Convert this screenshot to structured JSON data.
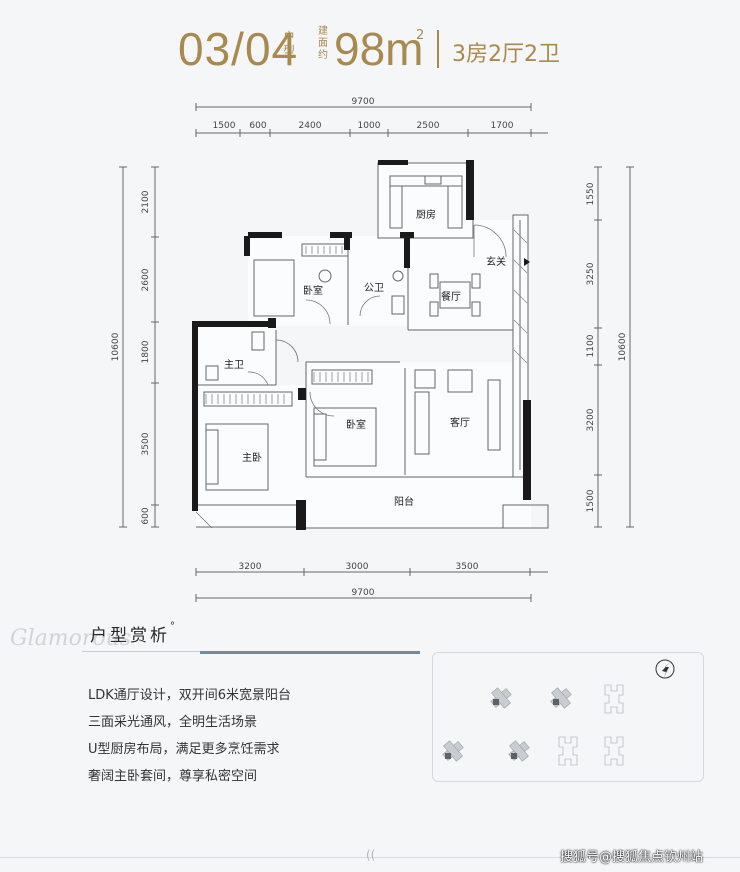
{
  "header": {
    "unit_no": "03/04",
    "unit_type_label": "户型",
    "area_label": "建面约",
    "area_value": "98m",
    "area_sup": "2",
    "layout": "3房2厅2卫"
  },
  "dimensions": {
    "top_total": "9700",
    "top_segments": [
      "1500",
      "600",
      "2400",
      "1000",
      "2500",
      "1700"
    ],
    "left_total": "10600",
    "left_segments": [
      "2100",
      "2600",
      "1800",
      "3500",
      "600"
    ],
    "right_total": "10600",
    "right_segments": [
      "1550",
      "3250",
      "1100",
      "3200",
      "1500"
    ],
    "bottom_segments": [
      "3200",
      "3000",
      "3500"
    ],
    "bottom_total": "9700"
  },
  "rooms": {
    "kitchen": "厨房",
    "bedroom_top": "卧室",
    "public_bath": "公卫",
    "dining": "餐厅",
    "entrance": "玄关",
    "master_bath": "主卫",
    "bedroom_mid": "卧室",
    "living": "客厅",
    "master_bedroom": "主卧",
    "balcony": "阳台"
  },
  "analysis": {
    "title": "户型赏析",
    "title_mark": "°",
    "script": "Glamorous",
    "features": [
      "LDK通厅设计，双开间6米宽景阳台",
      "三面采光通风，全明生活场景",
      "U型厨房布局，满足更多烹饪需求",
      "奢阔主卧套间，尊享私密空间"
    ]
  },
  "footer": {
    "mark": "((",
    "watermark": "搜狐号@搜狐焦点钦州站"
  },
  "colors": {
    "accent": "#a88a4f",
    "wall": "#1a1a1a",
    "line": "#555555"
  }
}
